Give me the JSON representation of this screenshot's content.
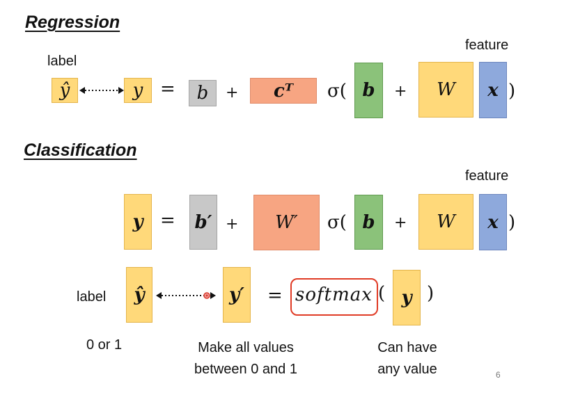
{
  "regression": {
    "heading": "Regression",
    "label_text": "label",
    "feature_text": "feature",
    "yhat": "ŷ",
    "y": "y",
    "eq": "=",
    "b": "b",
    "plus1": "+",
    "cT": "cᵀ",
    "sigma": "σ(",
    "b_bold": "b",
    "plus2": "+",
    "W": "W",
    "x": "x",
    "close": ")"
  },
  "classification": {
    "heading": "Classification",
    "feature_text": "feature",
    "y": "y",
    "eq": "=",
    "b_prime": "b′",
    "plus1": "+",
    "W_prime": "W′",
    "sigma": "σ(",
    "b_bold": "b",
    "plus2": "+",
    "W": "W",
    "x": "x",
    "close": ")",
    "label_text": "label",
    "yhat": "ŷ",
    "y_prime": "y′",
    "eq2": "=",
    "softmax": "softmax",
    "open2": "(",
    "y_in": "y",
    "close2": ")",
    "note_left": "0 or 1",
    "note_mid_1": "Make all values",
    "note_mid_2": "between 0 and 1",
    "note_right_1": "Can have",
    "note_right_2": "any value"
  },
  "page_number": "6"
}
